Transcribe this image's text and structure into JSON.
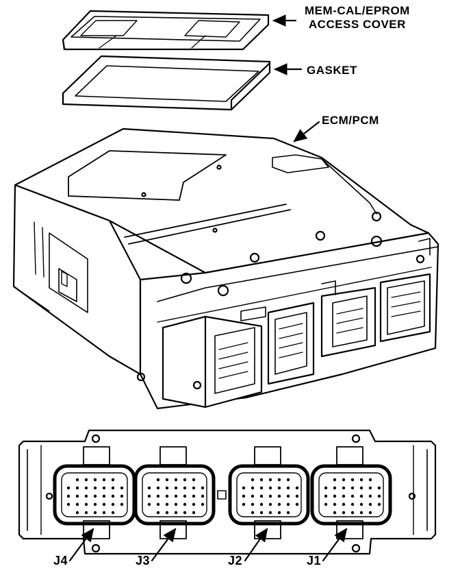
{
  "labels": {
    "access_cover_line1": "MEM-CAL/EPROM",
    "access_cover_line2": "ACCESS COVER",
    "gasket": "GASKET",
    "ecm": "ECM/PCM"
  },
  "connectors": [
    {
      "id": "J4",
      "label": "J4"
    },
    {
      "id": "J3",
      "label": "J3"
    },
    {
      "id": "J2",
      "label": "J2"
    },
    {
      "id": "J1",
      "label": "J1"
    }
  ]
}
